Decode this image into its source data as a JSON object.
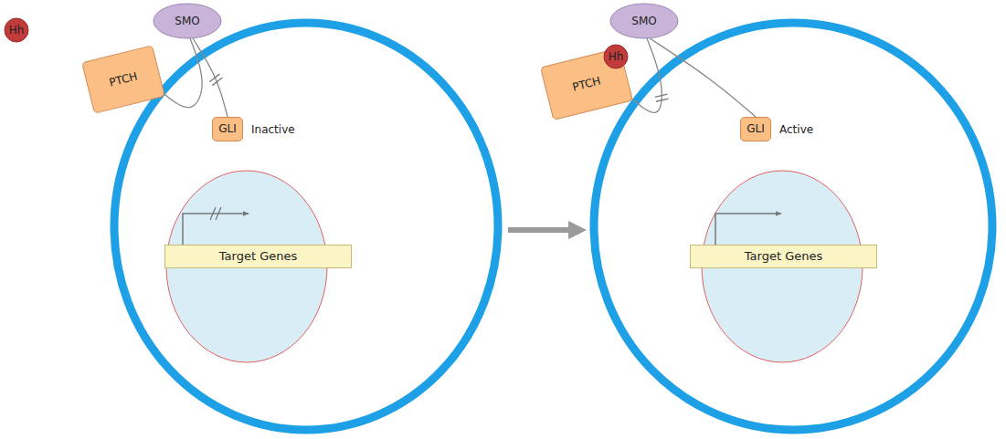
{
  "diagram": {
    "nodes": [
      {
        "text": [
          "Hh"
        ]
      },
      {
        "text": [
          "SMO"
        ]
      },
      {
        "text": [
          "PTCH"
        ]
      },
      {
        "text": [
          "GLI",
          "Inactive"
        ]
      },
      {
        "text": [
          "Target Genes"
        ]
      },
      {
        "text": [
          "Hh"
        ]
      },
      {
        "text": [
          "SMO"
        ]
      },
      {
        "text": [
          "PTCH"
        ]
      },
      {
        "text": [
          "GLI",
          "Active"
        ]
      },
      {
        "text": [
          "Target Genes"
        ]
      }
    ],
    "edges": [
      {
        "from": 1,
        "to": 3,
        "arrow": "none"
      },
      {
        "from": 2,
        "to": 1,
        "arrow": "none"
      },
      {
        "from": 6,
        "to": 8,
        "arrow": "none"
      },
      {
        "from": 7,
        "to": 6,
        "arrow": "none"
      }
    ]
  }
}
